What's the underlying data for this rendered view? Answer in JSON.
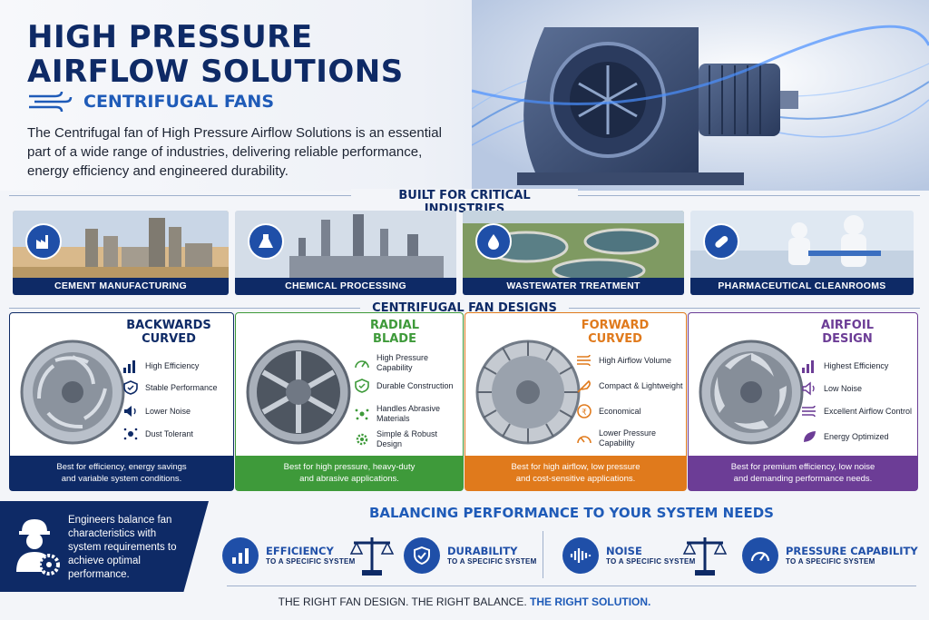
{
  "header": {
    "title_line1": "HIGH PRESSURE",
    "title_line2": "AIRFLOW SOLUTIONS",
    "subtitle": "CENTRIFUGAL FANS",
    "intro": "The Centrifugal fan of High Pressure Airflow Solutions is an essential part of a wide range of industries, delivering reliable performance, energy efficiency and engineered durability."
  },
  "industries": {
    "title": "BUILT FOR CRITICAL INDUSTRIES",
    "items": [
      {
        "label": "CEMENT MANUFACTURING",
        "icon": "factory-icon"
      },
      {
        "label": "CHEMICAL PROCESSING",
        "icon": "flask-icon"
      },
      {
        "label": "WASTEWATER TREATMENT",
        "icon": "water-drop-icon"
      },
      {
        "label": "PHARMACEUTICAL CLEANROOMS",
        "icon": "capsule-icon"
      }
    ]
  },
  "designs": {
    "title": "CENTRIFUGAL FAN DESIGNS",
    "items": [
      {
        "head1": "BACKWARDS",
        "head2": "CURVED",
        "color": "#0e2a66",
        "features": [
          "High Efficiency",
          "Stable Performance",
          "Lower Noise",
          "Dust Tolerant"
        ],
        "foot1": "Best for efficiency, energy savings",
        "foot2": "and variable system conditions."
      },
      {
        "head1": "RADIAL",
        "head2": "BLADE",
        "color": "#3e9a3a",
        "features": [
          "High Pressure Capability",
          "Durable Construction",
          "Handles Abrasive Materials",
          "Simple & Robust Design"
        ],
        "foot1": "Best for high pressure, heavy-duty",
        "foot2": "and abrasive applications."
      },
      {
        "head1": "FORWARD",
        "head2": "CURVED",
        "color": "#e07a1c",
        "features": [
          "High Airflow Volume",
          "Compact & Lightweight",
          "Economical",
          "Lower Pressure Capability"
        ],
        "foot1": "Best for high airflow, low pressure",
        "foot2": "and cost-sensitive applications."
      },
      {
        "head1": "AIRFOIL",
        "head2": "DESIGN",
        "color": "#6c3d96",
        "features": [
          "Highest Efficiency",
          "Low Noise",
          "Excellent Airflow Control",
          "Energy Optimized"
        ],
        "foot1": "Best for premium efficiency, low noise",
        "foot2": "and demanding performance needs."
      }
    ]
  },
  "engineers": {
    "text": "Engineers balance fan characteristics with system requirements to achieve optimal performance."
  },
  "balance": {
    "title": "BALANCING PERFORMANCE TO YOUR SYSTEM NEEDS",
    "items": [
      {
        "name": "EFFICIENCY",
        "sub": "TO A SPECIFIC SYSTEM",
        "icon": "bar-chart-icon"
      },
      {
        "name": "DURABILITY",
        "sub": "TO A SPECIFIC SYSTEM",
        "icon": "shield-icon"
      },
      {
        "name": "NOISE",
        "sub": "TO A SPECIFIC SYSTEM",
        "icon": "sound-wave-icon"
      },
      {
        "name": "PRESSURE CAPABILITY",
        "sub": "TO A SPECIFIC SYSTEM",
        "icon": "gauge-icon"
      }
    ]
  },
  "tagline": {
    "part1": "THE RIGHT FAN DESIGN.  THE RIGHT BALANCE.",
    "part2": "THE RIGHT SOLUTION."
  }
}
